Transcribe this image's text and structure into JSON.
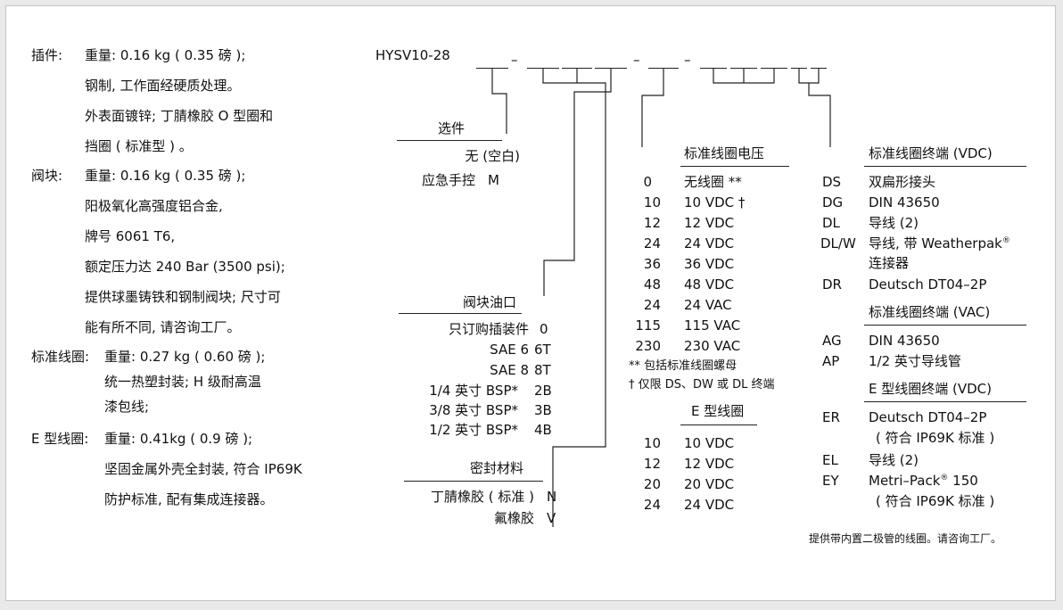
{
  "left": {
    "cartridge": {
      "label": "插件:",
      "lines": [
        "重量:  0.16 kg ( 0.35 磅 );",
        "钢制, 工作面经硬质处理。",
        "外表面镀锌; 丁腈橡胶 O 型圈和",
        "挡圈 ( 标准型 ) 。"
      ]
    },
    "body": {
      "label": "阀块:",
      "lines": [
        "重量:   0.16 kg  ( 0.35 磅 );",
        "阳极氧化高强度铝合金,",
        "牌号 6061 T6,",
        "额定压力达 240 Bar (3500 psi);",
        "提供球墨铸铁和钢制阀块; 尺寸可",
        "能有所不同, 请咨询工厂。"
      ]
    },
    "std_coil": {
      "label": "标准线圈:",
      "lines": [
        "重量: 0.27 kg (  0.60 磅 );",
        "统一热塑封装; H 级耐高温",
        "漆包线;"
      ]
    },
    "e_coil": {
      "label": "E 型线圈:",
      "lines": [
        "重量: 0.41kg ( 0.9 磅 );",
        "坚固金属外壳全封装, 符合 IP69K",
        "防护标准, 配有集成连接器。"
      ]
    }
  },
  "model": {
    "code": "HYSV10-28",
    "dashes": [
      "–",
      "–",
      "–"
    ]
  },
  "options": {
    "title": "选件",
    "rows": [
      {
        "label": "无 (空白)",
        "code": ""
      },
      {
        "label": "应急手控",
        "code": "M"
      }
    ]
  },
  "ports": {
    "title": "阀块油口",
    "rows": [
      {
        "label": "只订购插装件",
        "code": "0"
      },
      {
        "label": "SAE 6",
        "code": "6T"
      },
      {
        "label": "SAE 8",
        "code": "8T"
      },
      {
        "label": "1/4 英寸 BSP*",
        "code": "2B"
      },
      {
        "label": "3/8 英寸 BSP*",
        "code": "3B"
      },
      {
        "label": "1/2 英寸 BSP*",
        "code": "4B"
      }
    ]
  },
  "seals": {
    "title": "密封材料",
    "rows": [
      {
        "label": "丁腈橡胶 ( 标准 )",
        "code": "N"
      },
      {
        "label": "氟橡胶",
        "code": "V"
      }
    ]
  },
  "voltage": {
    "title": "标准线圈电压",
    "rows": [
      {
        "code": "0",
        "label": "无线圈 **"
      },
      {
        "code": "10",
        "label": "10 VDC †"
      },
      {
        "code": "12",
        "label": "12 VDC"
      },
      {
        "code": "24",
        "label": "24 VDC"
      },
      {
        "code": "36",
        "label": "36 VDC"
      },
      {
        "code": "48",
        "label": "48 VDC"
      },
      {
        "code": "24",
        "label": "24 VAC"
      },
      {
        "code": "115",
        "label": "115 VAC"
      },
      {
        "code": "230",
        "label": "230 VAC"
      }
    ],
    "note1": "** 包括标准线圈螺母",
    "note2": "† 仅限 DS、DW 或 DL 终端"
  },
  "e_voltage": {
    "title": "E 型线圈",
    "rows": [
      {
        "code": "10",
        "label": "10 VDC"
      },
      {
        "code": "12",
        "label": "12 VDC"
      },
      {
        "code": "20",
        "label": "20 VDC"
      },
      {
        "code": "24",
        "label": "24 VDC"
      }
    ]
  },
  "term_vdc": {
    "title": "标准线圈终端 (VDC)",
    "rows": [
      {
        "code": "DS",
        "label": "双扁形接头"
      },
      {
        "code": "DG",
        "label": "DIN 43650"
      },
      {
        "code": "DL",
        "label": "导线 (2)"
      },
      {
        "code": "DL/W",
        "label": "导线, 带 Weatherpak",
        "sup": "®",
        "label2": "连接器"
      },
      {
        "code": "DR",
        "label": "Deutsch DT04–2P"
      }
    ]
  },
  "term_vac": {
    "title": "标准线圈终端 (VAC)",
    "rows": [
      {
        "code": "AG",
        "label": "DIN 43650"
      },
      {
        "code": "AP",
        "label": "1/2 英寸导线管"
      }
    ]
  },
  "term_e": {
    "title": "E 型线圈终端 (VDC)",
    "rows": [
      {
        "code": "ER",
        "label": "Deutsch DT04–2P",
        "label2": "( 符合 IP69K 标准 )"
      },
      {
        "code": "EL",
        "label": "导线 (2)"
      },
      {
        "code": "EY",
        "label": "Metri–Pack",
        "sup": "®",
        "label_after": " 150",
        "label2": "( 符合 IP69K 标准 )"
      }
    ]
  },
  "footer_note": "提供带内置二极管的线圈。请咨询工厂。"
}
